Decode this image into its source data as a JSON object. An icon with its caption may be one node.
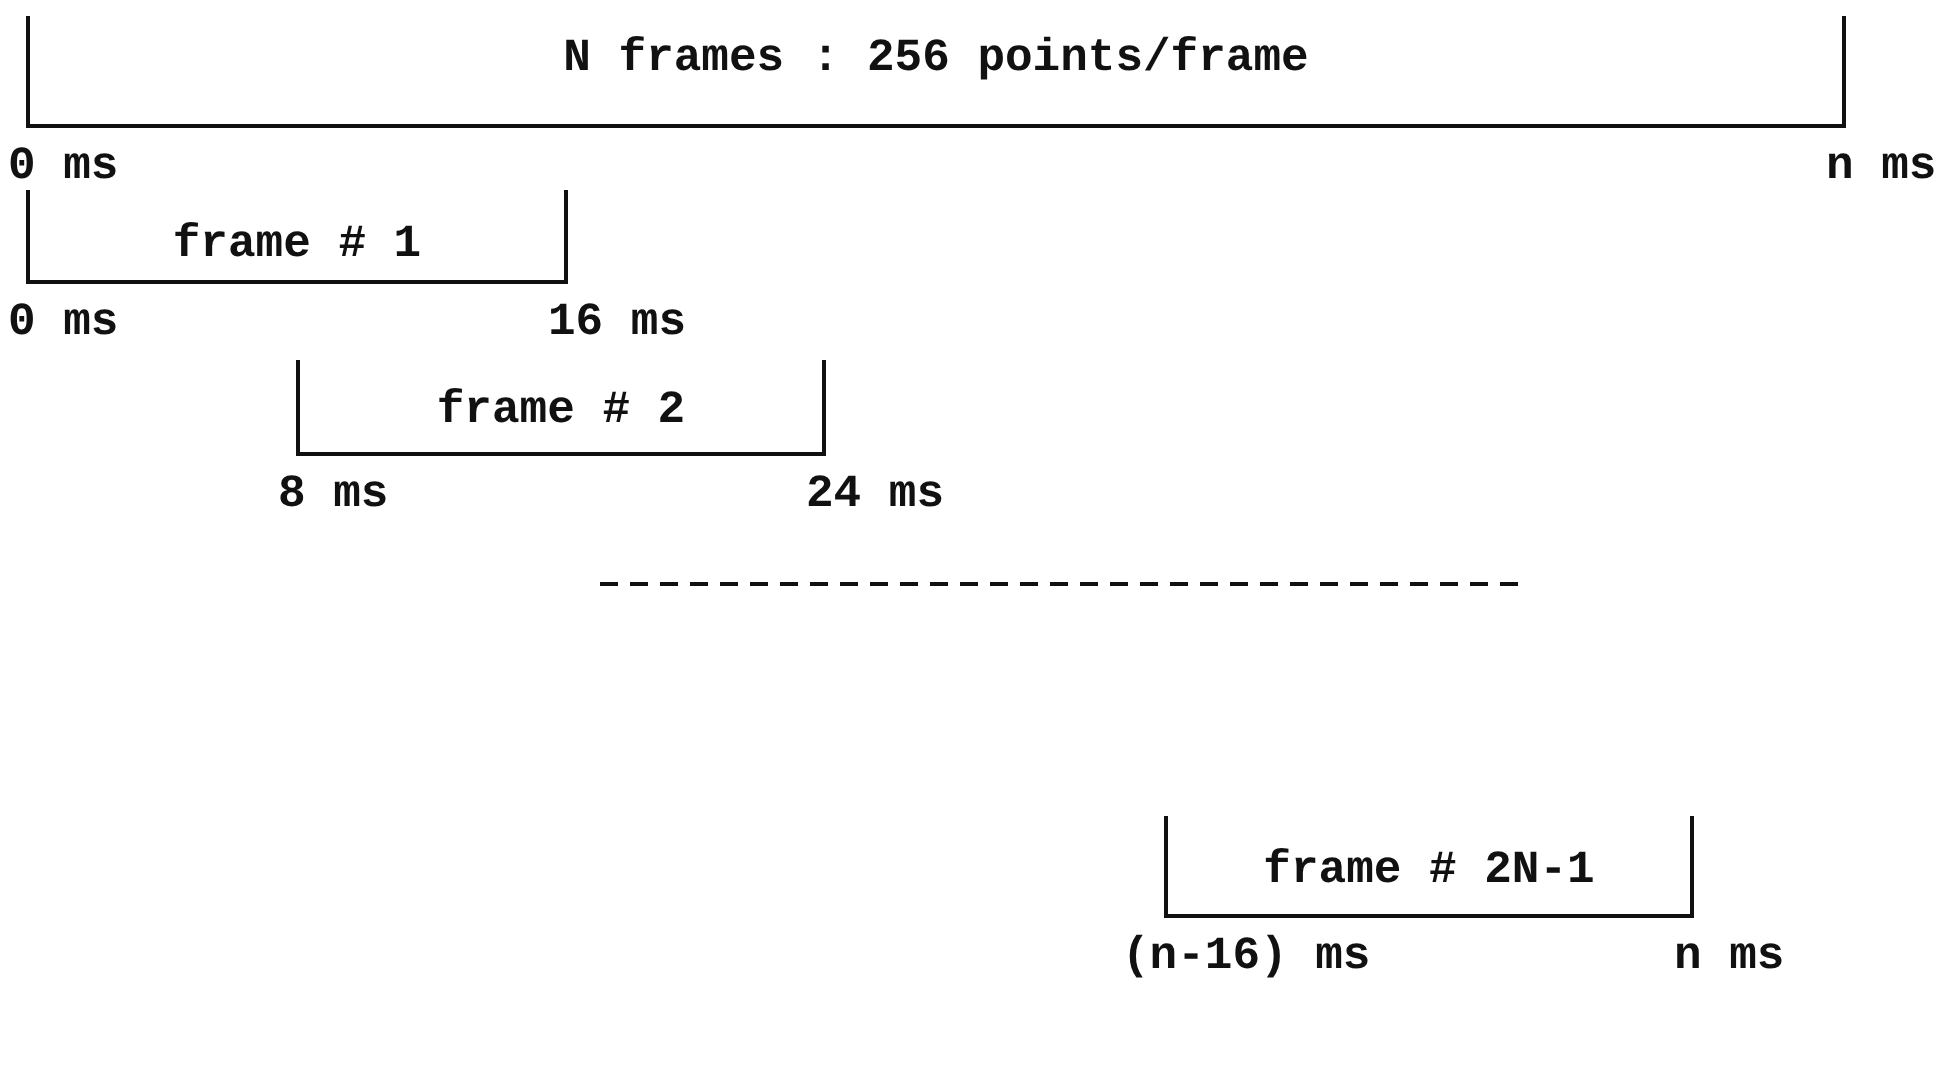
{
  "diagram": {
    "nodes": [
      {
        "text": [
          "N frames : 256 points/frame"
        ],
        "beside": [
          "0 ms",
          "n ms"
        ]
      },
      {
        "text": [
          "frame # 1"
        ],
        "beside": [
          "0 ms",
          "16 ms"
        ]
      },
      {
        "text": [
          "frame # 2"
        ],
        "beside": [
          "8 ms",
          "24 ms"
        ]
      },
      {
        "text": [
          "frame # 2N-1"
        ],
        "beside": [
          "(n-16) ms",
          "n ms"
        ]
      }
    ]
  }
}
